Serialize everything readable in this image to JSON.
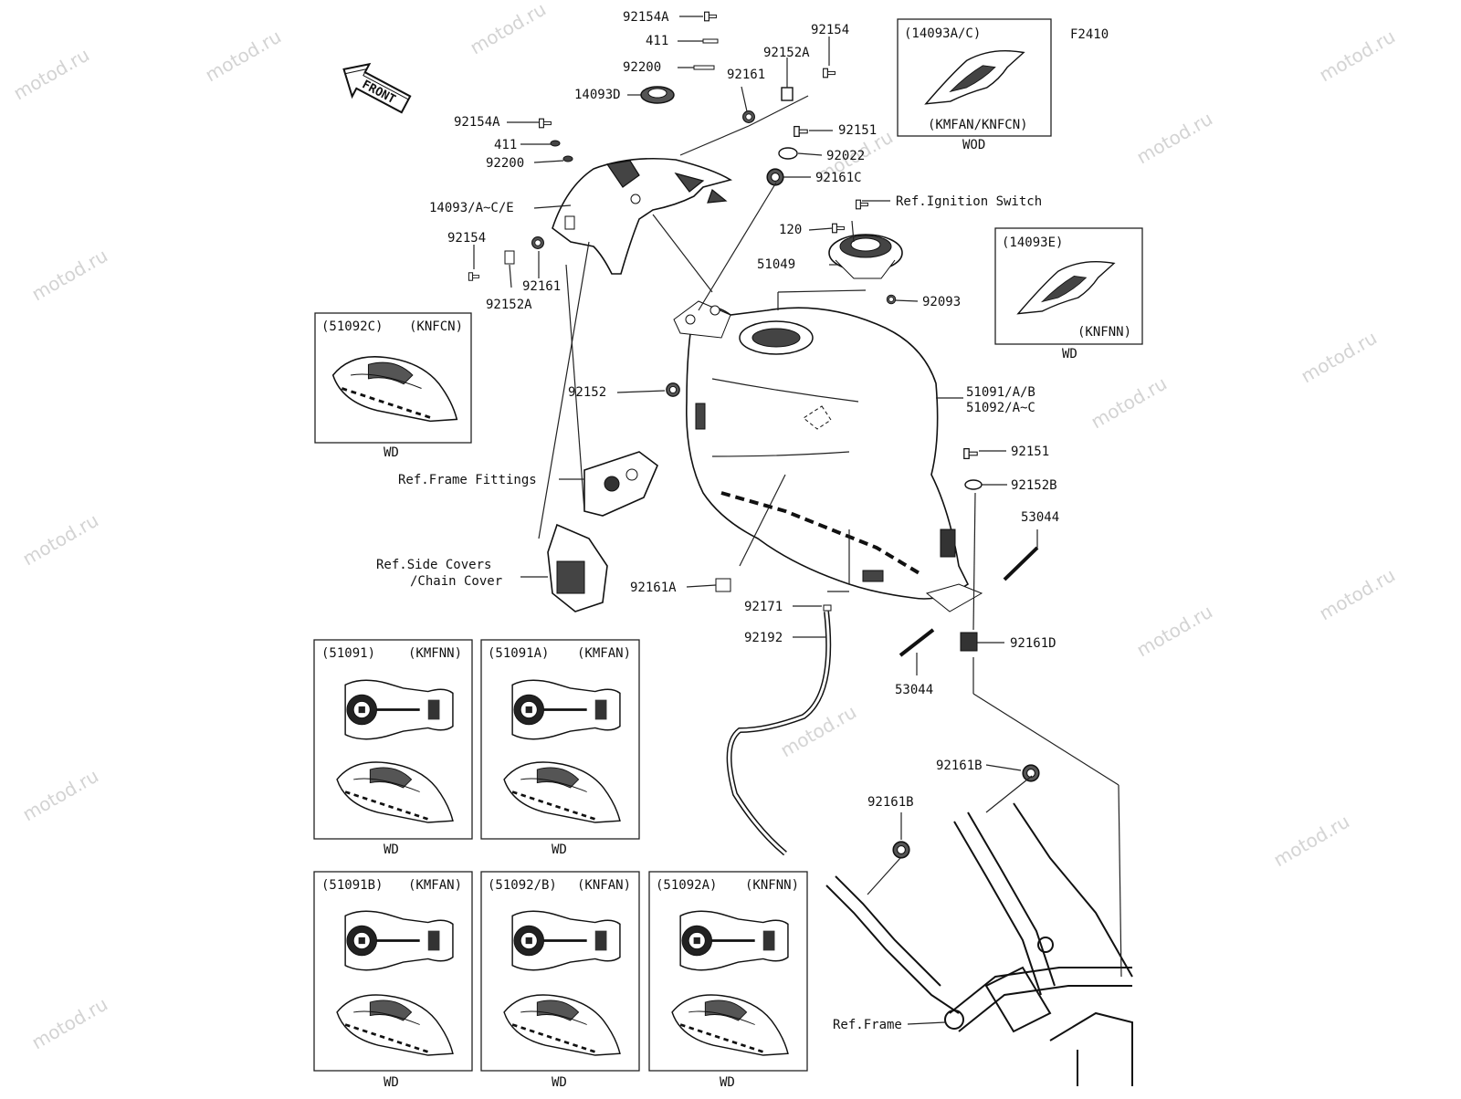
{
  "figure_code": "F2410",
  "watermark": "motod.ru",
  "front_arrow_label": "FRONT",
  "part_labels": {
    "p92154A_top": "92154A",
    "p411_top": "411",
    "p92200_top": "92200",
    "p14093D": "14093D",
    "p92161_top": "92161",
    "p92152A_top": "92152A",
    "p92154_top": "92154",
    "p92154A_left": "92154A",
    "p411_left": "411",
    "p92200_left": "92200",
    "p14093_main": "14093/A~C/E",
    "p92154_left": "92154",
    "p92161_left": "92161",
    "p92152A_left": "92152A",
    "p92151_top": "92151",
    "p92022": "92022",
    "p92161C": "92161C",
    "ref_ignition": "Ref.Ignition Switch",
    "p120": "120",
    "p51049": "51049",
    "p92093": "92093",
    "p92152": "92152",
    "p51091_main": "51091/A/B",
    "p51092_main": "51092/A~C",
    "ref_frame_fittings": "Ref.Frame Fittings",
    "ref_side_covers_1": "Ref.Side Covers",
    "ref_side_covers_2": "/Chain Cover",
    "p92151_right": "92151",
    "p92152B": "92152B",
    "p53044_right": "53044",
    "p92161A": "92161A",
    "p92171": "92171",
    "p92192": "92192",
    "p92161D": "92161D",
    "p53044_low": "53044",
    "p92161B_a": "92161B",
    "p92161B_b": "92161B",
    "ref_frame": "Ref.Frame"
  },
  "boxes": {
    "b14093AC": {
      "code": "(14093A/C)",
      "variant": "(KMFAN/KNFCN)",
      "caption": "WOD"
    },
    "b14093E": {
      "code": "(14093E)",
      "variant": "(KNFNN)",
      "caption": "WD"
    },
    "b51092C": {
      "code": "(51092C)",
      "variant": "(KNFCN)",
      "caption": "WD"
    },
    "b51091": {
      "code": "(51091)",
      "variant": "(KMFNN)",
      "caption": "WD"
    },
    "b51091A": {
      "code": "(51091A)",
      "variant": "(KMFAN)",
      "caption": "WD"
    },
    "b51091B": {
      "code": "(51091B)",
      "variant": "(KMFAN)",
      "caption": "WD"
    },
    "b51092B": {
      "code": "(51092/B)",
      "variant": "(KNFAN)",
      "caption": "WD"
    },
    "b51092A": {
      "code": "(51092A)",
      "variant": "(KNFNN)",
      "caption": "WD"
    }
  }
}
